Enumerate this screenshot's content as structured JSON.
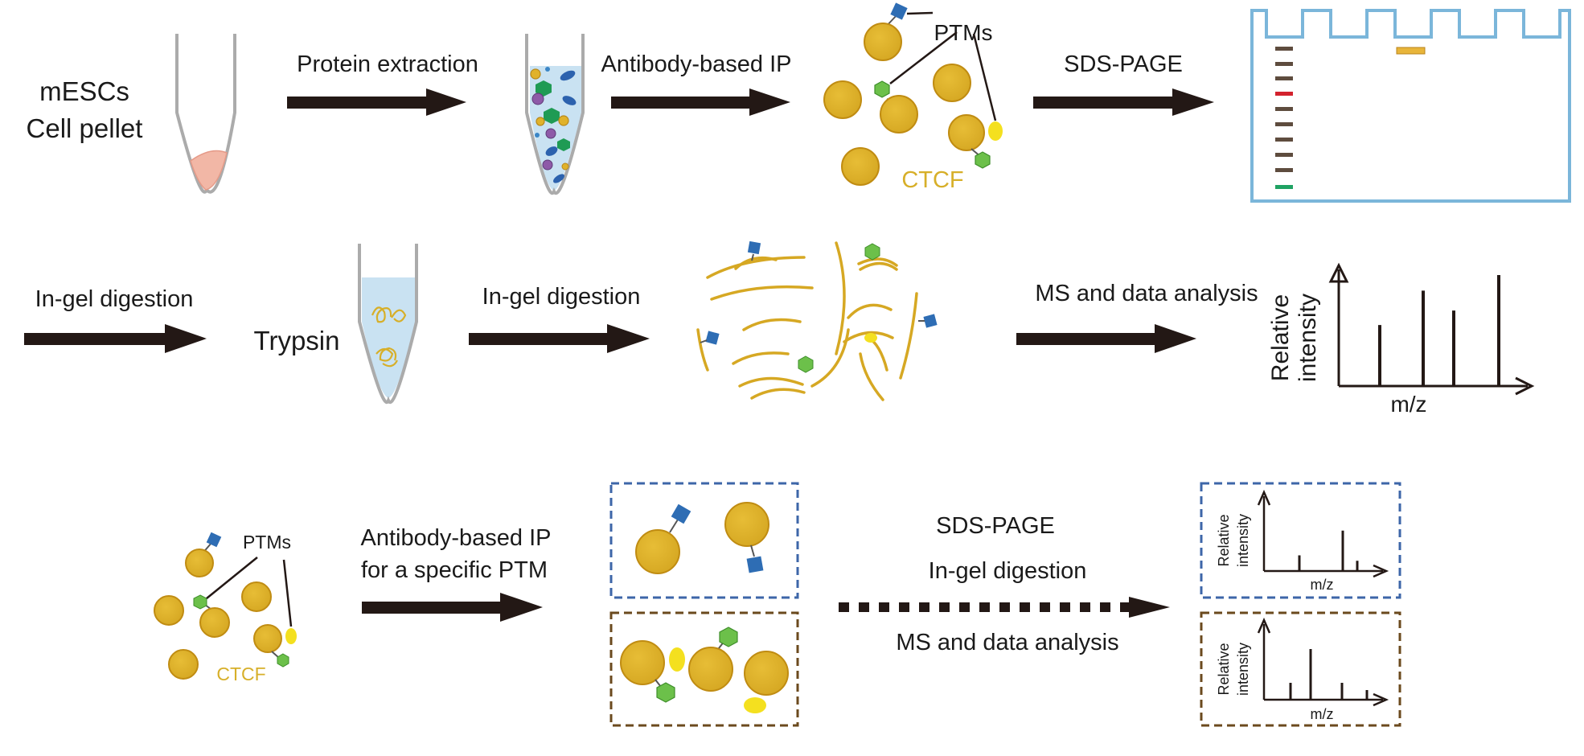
{
  "row1": {
    "cell_label_line1": "mESCs",
    "cell_label_line2": "Cell pellet",
    "arrow1_label": "Protein extraction",
    "arrow2_label": "Antibody-based IP",
    "ptms_label": "PTMs",
    "ctcf_label": "CTCF",
    "arrow3_label": "SDS-PAGE"
  },
  "row2": {
    "arrow1_label": "In-gel digestion",
    "trypsin_label": "Trypsin",
    "arrow2_label": "In-gel digestion",
    "arrow3_label": "MS and data analysis",
    "spectrum_ylabel_line1": "Relative",
    "spectrum_ylabel_line2": "intensity",
    "spectrum_xlabel": "m/z",
    "spectrum_peaks": [
      0.55,
      0.86,
      0.68,
      1.0
    ]
  },
  "row3": {
    "ptms_label": "PTMs",
    "ctcf_label": "CTCF",
    "arrow_label_line1": "Antibody-based IP",
    "arrow_label_line2": "for a specific PTM",
    "step1": "SDS-PAGE",
    "step2": "In-gel digestion",
    "step3": "MS and data analysis",
    "spectrum_ylabel_line1": "Relative",
    "spectrum_ylabel_line2": "intensity",
    "spectrum_xlabel": "m/z",
    "spectrum_top_peaks": [
      0.26,
      0.67,
      0.17
    ],
    "spectrum_bottom_peaks": [
      0.28,
      0.84,
      0.28,
      0.16
    ]
  },
  "colors": {
    "ctcf": "#D7AF29",
    "ptm_blue": "#2E6DB4",
    "ptm_green": "#5DB843",
    "ptm_yellow": "#F4E01F",
    "gel": "#7BB6DA",
    "blue_box": "#3D66A8",
    "brown_box": "#6B4A1E",
    "arrow": "#231815"
  }
}
